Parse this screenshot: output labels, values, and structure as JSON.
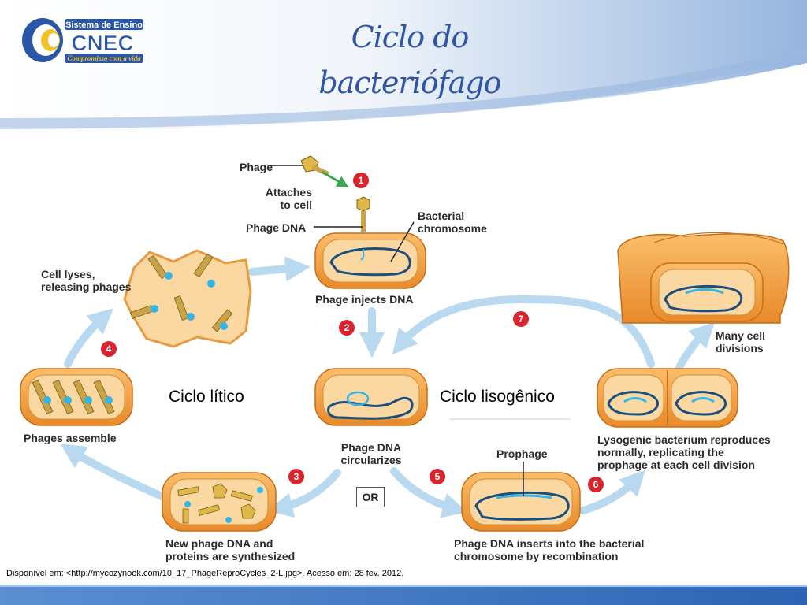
{
  "logo": {
    "top_text": "Sistema de Ensino",
    "brand": "CNEC",
    "tagline": "Compromisso com a vida"
  },
  "title": {
    "line1": "Ciclo do",
    "line2": "bacteriófago"
  },
  "cycles": {
    "lytic": "Ciclo lítico",
    "lysogenic": "Ciclo lisogênico"
  },
  "labels": {
    "phage": "Phage",
    "attaches_1": "Attaches",
    "attaches_2": "to cell",
    "phage_dna": "Phage DNA",
    "bacterial_1": "Bacterial",
    "bacterial_2": "chromosome",
    "injects": "Phage injects DNA",
    "lyses_1": "Cell lyses,",
    "lyses_2": "releasing phages",
    "assemble": "Phages assemble",
    "circ_1": "Phage DNA",
    "circ_2": "circularizes",
    "synth_1": "New phage DNA and",
    "synth_2": "proteins are synthesized",
    "prophage": "Prophage",
    "inserts_1": "Phage DNA inserts into the bacterial",
    "inserts_2": "chromosome by recombination",
    "repro_1": "Lysogenic bacterium reproduces",
    "repro_2": "normally, replicating the",
    "repro_3": "prophage at each cell division",
    "divisions_1": "Many cell",
    "divisions_2": "divisions",
    "or": "OR"
  },
  "steps": [
    "1",
    "2",
    "3",
    "4",
    "5",
    "6",
    "7"
  ],
  "source": "Disponível em: <http://mycozynook.com/10_17_PhageReproCycles_2-L.jpg>. Acesso em: 28 fev. 2012.",
  "colors": {
    "title": "#2f55a5",
    "cell_fill": "#f7a84a",
    "cell_inner": "#fbd8a2",
    "dna": "#1b4e7a",
    "phage_dna": "#33b5e5",
    "arrow": "#b8d9ef",
    "step_badge": "#d9232d",
    "slide_band": "#3f78c4"
  }
}
